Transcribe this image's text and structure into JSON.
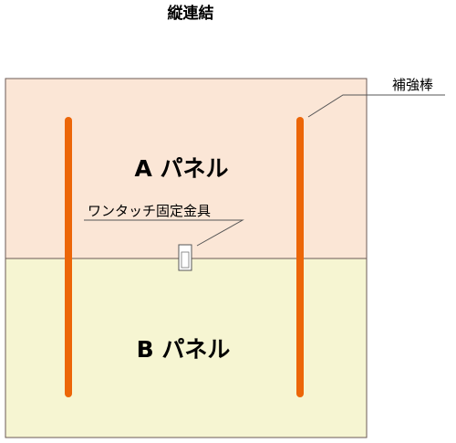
{
  "title": "縦連結",
  "panels": {
    "a_label": "A パネル",
    "b_label": "B パネル"
  },
  "callouts": {
    "reinforcement_bar": "補強棒",
    "fastener": "ワンタッチ固定金具"
  },
  "colors": {
    "panel_a_fill": "#fbe6d6",
    "panel_b_fill": "#f6f5d2",
    "outline": "#6b5a55",
    "bar": "#ec6608",
    "leader_line": "#555555",
    "fastener_fill": "#ffffff"
  }
}
